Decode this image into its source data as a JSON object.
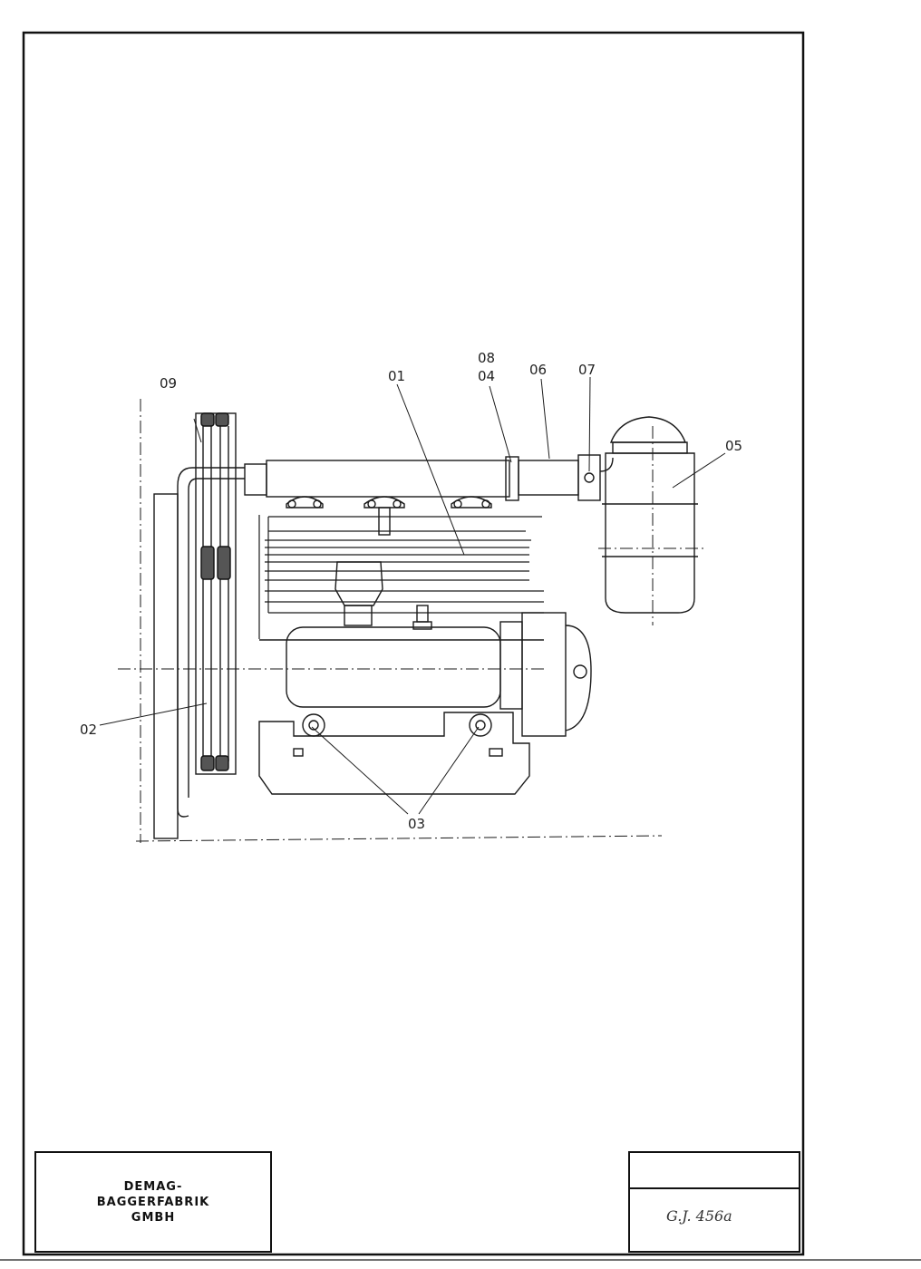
{
  "callouts": {
    "c01": "01",
    "c02": "02",
    "c03": "03",
    "c04": "04",
    "c05": "05",
    "c06": "06",
    "c07": "07",
    "c08": "08",
    "c09": "09"
  },
  "title_block": {
    "company_line1": "DEMAG-",
    "company_line2": "BAGGERFABRIK",
    "company_line3": "GMBH",
    "drawing_number": "G.J. 456a"
  },
  "colors": {
    "ink": "#1a1a1a",
    "paper": "#ffffff"
  }
}
